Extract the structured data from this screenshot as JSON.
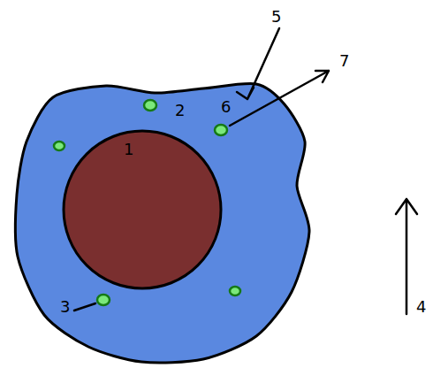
{
  "diagram": {
    "nodes": [
      {
        "text": [
          "2"
        ]
      },
      {
        "text": [
          "1"
        ],
        "in": 0
      }
    ],
    "labels": [
      "3",
      "4",
      "5",
      "6",
      "7"
    ]
  }
}
